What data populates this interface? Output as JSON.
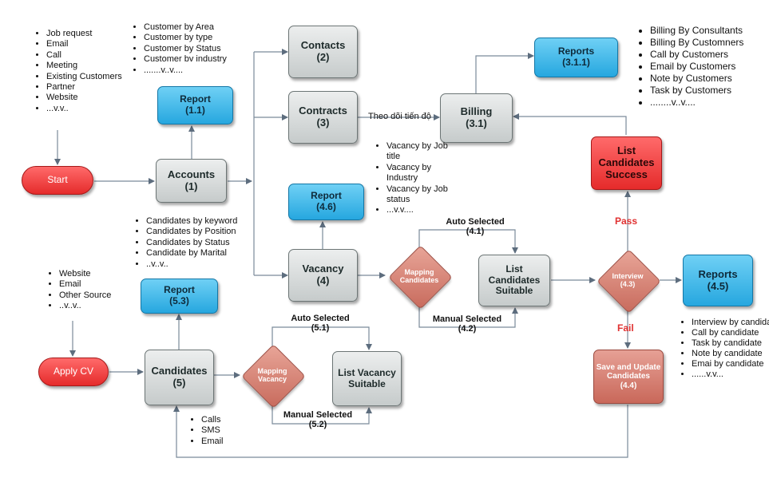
{
  "nodes": {
    "start": "Start",
    "apply_cv": "Apply CV",
    "accounts": [
      "Accounts",
      "(1)"
    ],
    "report_1_1": [
      "Report",
      "(1.1)"
    ],
    "contacts": [
      "Contacts",
      "(2)"
    ],
    "contracts": [
      "Contracts",
      "(3)"
    ],
    "billing": [
      "Billing",
      "(3.1)"
    ],
    "reports_3_1_1": [
      "Reports",
      "(3.1.1)"
    ],
    "report_4_6": [
      "Report",
      "(4.6)"
    ],
    "vacancy": [
      "Vacancy",
      "(4)"
    ],
    "mapping_candidates": [
      "Mapping",
      "Candidates"
    ],
    "list_candidates_suitable": [
      "List",
      "Candidates",
      "Suitable"
    ],
    "interview": [
      "Interview",
      "(4.3)"
    ],
    "list_candidates_success": [
      "List",
      "Candidates",
      "Success"
    ],
    "reports_4_5": [
      "Reports",
      "(4.5)"
    ],
    "save_update": [
      "Save and Update",
      "Candidates",
      "(4.4)"
    ],
    "report_5_3": [
      "Report",
      "(5.3)"
    ],
    "candidates": [
      "Candidates",
      "(5)"
    ],
    "mapping_vacancy": [
      "Mapping",
      "Vacancy"
    ],
    "list_vacancy_suitable": [
      "List Vacancy",
      "Suitable"
    ]
  },
  "labels": {
    "theo_doi": "Theo dõi tiến độ",
    "auto_41": [
      "Auto Selected",
      "(4.1)"
    ],
    "manual_42": [
      "Manual Selected",
      "(4.2)"
    ],
    "auto_51": [
      "Auto Selected",
      "(5.1)"
    ],
    "manual_52": [
      "Manual Selected",
      "(5.2)"
    ],
    "pass": "Pass",
    "fail": "Fail"
  },
  "lists": {
    "sources_top": [
      "Job request",
      "Email",
      "Call",
      "Meeting",
      "Existing Customers",
      "Partner",
      "Website",
      "...v.v.."
    ],
    "customer_reports": [
      "Customer by Area",
      "Customer by type",
      "Customer by Status",
      "Customer bv industry",
      ".......v..v...."
    ],
    "billing_reports": [
      "Billing By Consultants",
      "Billing By Customners",
      "Call by Customers",
      "Email by Customers",
      "Note by Customers",
      "Task by Customers",
      "........v..v...."
    ],
    "vacancy_reports": [
      "Vacancy by Job title",
      "Vacancy by Industry",
      "Vacancy by Job status",
      "...v.v...."
    ],
    "candidate_reports": [
      "Candidates by keyword",
      "Candidates by Position",
      "Candidates by Status",
      "Candidate by  Marital",
      "..v..v.."
    ],
    "cv_sources": [
      "Website",
      "Email",
      "Other Source",
      "..v..v.."
    ],
    "candidate_actions": [
      "Calls",
      "SMS",
      "Email"
    ],
    "interview_reports": [
      "Interview by candidate",
      "Call by candidate",
      "Task by candidate",
      "Note by candidate",
      "Emai by candidate",
      "......v.v..."
    ]
  },
  "colors": {
    "connector": "#7a8a9a",
    "gray_node": "#c6cbcb",
    "blue_node": "#26a7df",
    "red_node": "#e52b2b",
    "salmon_node": "#c9685a",
    "pass_fail": "#e03030"
  }
}
